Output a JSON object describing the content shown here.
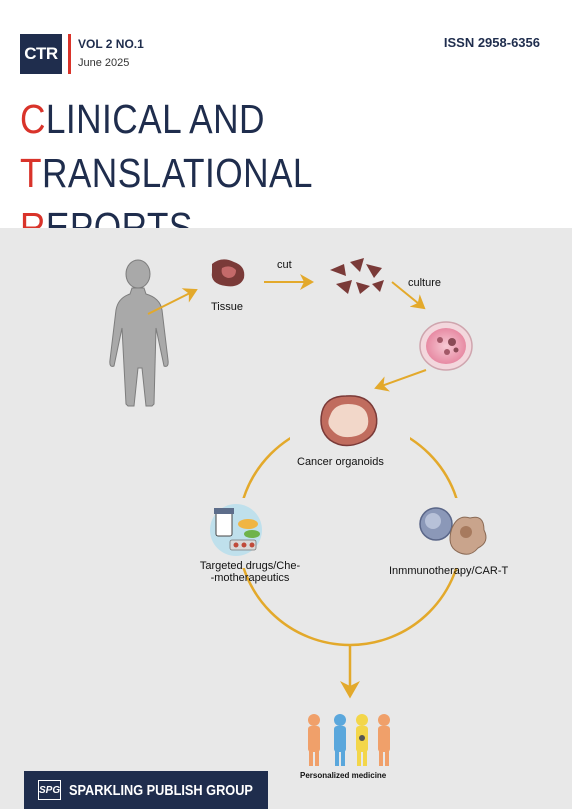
{
  "journal": {
    "abbrev": "CTR",
    "volume_issue": "VOL 2 NO.1",
    "date": "June 2025",
    "issn": "ISSN 2958-6356",
    "title_line1_initial1": "C",
    "title_line1_rest1": "LINICAL AND ",
    "title_line1_initial2": "T",
    "title_line1_rest2": "RANSLATIONAL",
    "title_line2_initial": "R",
    "title_line2_rest": "EPORTS"
  },
  "figure": {
    "labels": {
      "tissue": "Tissue",
      "cut": "cut",
      "culture": "culture",
      "organoids": "Cancer organoids",
      "drugs_line1": "Targeted drugs/Che-",
      "drugs_line2": "-motherapeutics",
      "immuno": "Inmmunotherapy/CAR-T",
      "personalized": "Personalized medicine"
    }
  },
  "publisher": {
    "logo": "SPG",
    "name": "SPARKLING PUBLISH GROUP"
  },
  "colors": {
    "navy": "#1f2d4d",
    "accent_red": "#d9332a",
    "arrow": "#e3a92b",
    "panel": "#e8e8e8"
  }
}
